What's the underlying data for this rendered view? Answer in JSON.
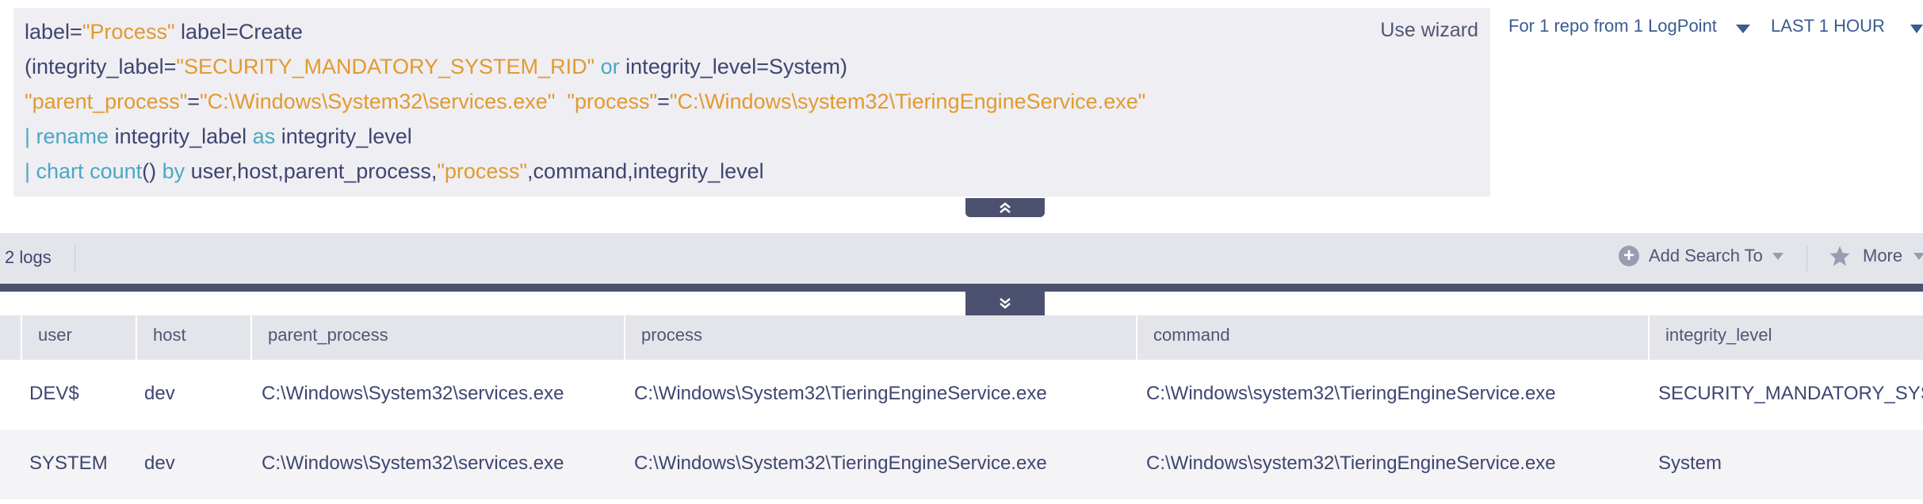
{
  "query": {
    "line1": {
      "a": "label=",
      "b": "\"Process\"",
      "c": " label=Create"
    },
    "line2": {
      "a": "(integrity_label=",
      "b": "\"SECURITY_MANDATORY_SYSTEM_RID\"",
      "c": " or ",
      "d": "integrity_level=System)"
    },
    "line3": {
      "a": "\"parent_process\"",
      "b": "=",
      "c": "\"C:\\Windows\\System32\\services.exe\"",
      "d": "  ",
      "e": "\"process\"",
      "f": "=",
      "g": "\"C:\\Windows\\system32\\TieringEngineService.exe\""
    },
    "line4": {
      "a": "| ",
      "b": "rename",
      "c": " integrity_label ",
      "d": "as",
      "e": " integrity_level"
    },
    "line5": {
      "a": "| ",
      "b": "chart",
      "c": " ",
      "d": "count",
      "e": "() ",
      "f": "by",
      "g": " user,host,parent_process,",
      "h": "\"process\"",
      "i": ",command,integrity_level"
    }
  },
  "toolbar": {
    "use_wizard": "Use wizard",
    "repo_selector": "For 1 repo from 1 LogPoint",
    "time_range": "LAST 1 HOUR"
  },
  "results_bar": {
    "log_count": "2 logs",
    "add_search_to": "Add Search To",
    "more": "More"
  },
  "icons": {
    "collapse": "double-chevron-up-icon",
    "expand": "double-chevron-down-icon",
    "add": "plus-circle-icon",
    "star": "star-icon"
  },
  "table": {
    "columns": [
      "user",
      "host",
      "parent_process",
      "process",
      "command",
      "integrity_level"
    ],
    "rows": [
      [
        "DEV$",
        "dev",
        "C:\\Windows\\System32\\services.exe",
        "C:\\Windows\\System32\\TieringEngineService.exe",
        "C:\\Windows\\system32\\TieringEngineService.exe",
        "SECURITY_MANDATORY_SYSTEM_RID"
      ],
      [
        "SYSTEM",
        "dev",
        "C:\\Windows\\System32\\services.exe",
        "C:\\Windows\\System32\\TieringEngineService.exe",
        "C:\\Windows\\system32\\TieringEngineService.exe",
        "System"
      ]
    ]
  },
  "colors": {
    "string": "#e29a2e",
    "keyword": "#4aa8c2",
    "text": "#3f4570",
    "accent_dark": "#4d5170"
  }
}
